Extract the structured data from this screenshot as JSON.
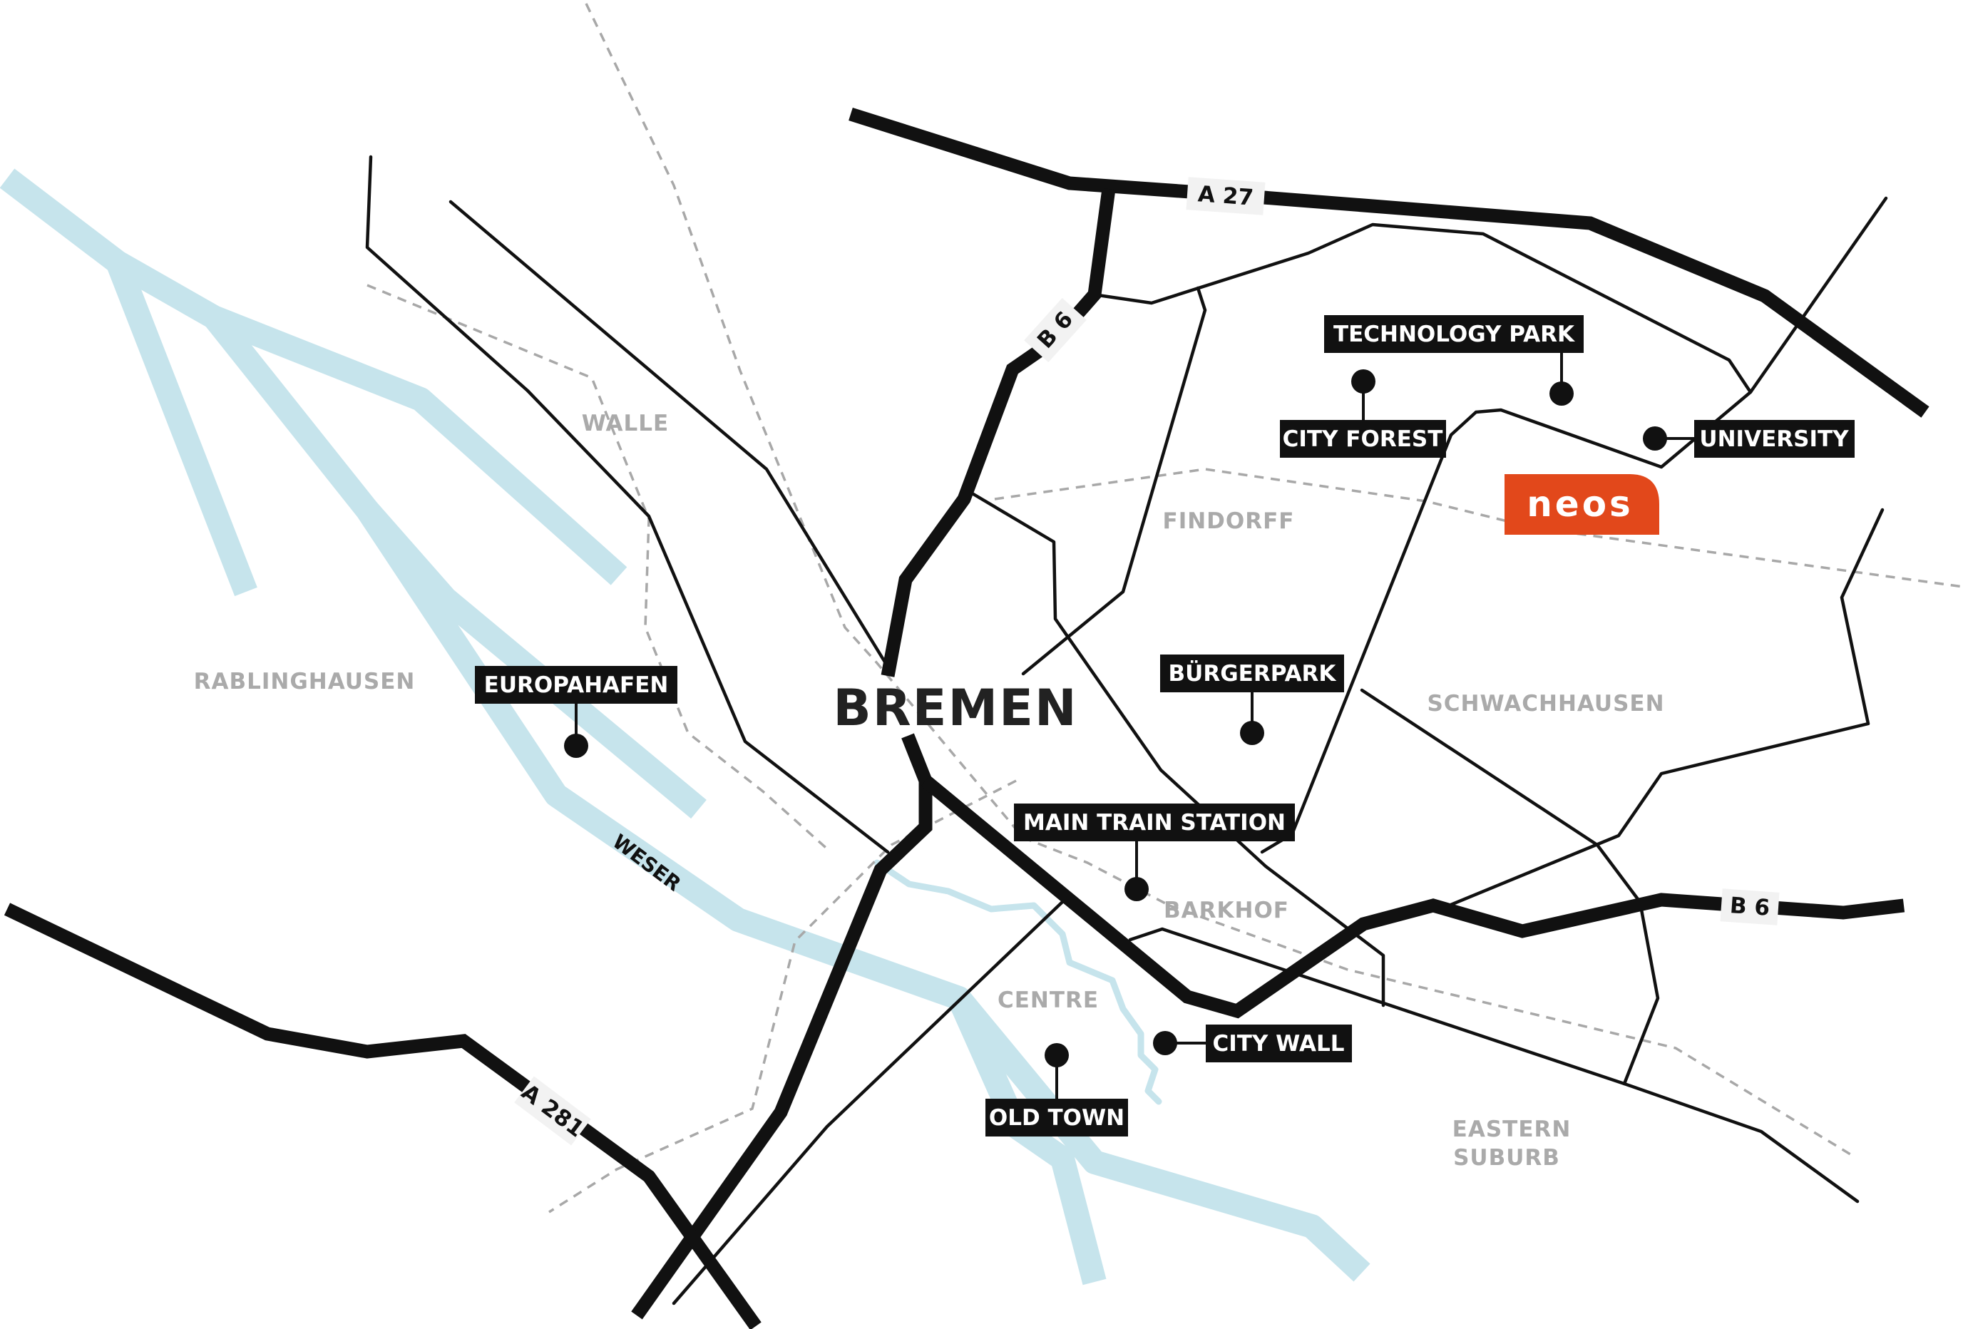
{
  "city": {
    "name": "BREMEN"
  },
  "logo": {
    "text": "neos",
    "color": "#e2481b"
  },
  "colors": {
    "river": "#c6e4ec",
    "road": "#111111",
    "district_label": "#aaaaaa",
    "border": "#a8a8a8"
  },
  "roads": {
    "a27": "A 27",
    "b6_north": "B 6",
    "b6_east": "B 6",
    "a281": "A 281"
  },
  "river": {
    "name": "WESER"
  },
  "districts": {
    "walle": "WALLE",
    "findorff": "FINDORFF",
    "rablinghausen": "RABLINGHAUSEN",
    "schwachhausen": "SCHWACHHAUSEN",
    "barkhof": "BARKHOF",
    "centre": "CENTRE",
    "eastern_suburb_line1": "EASTERN",
    "eastern_suburb_line2": "SUBURB"
  },
  "places": {
    "technology_park": "TECHNOLOGY PARK",
    "city_forest": "CITY FOREST",
    "university": "UNIVERSITY",
    "buergerpark": "BÜRGERPARK",
    "europahafen": "EUROPAHAFEN",
    "main_train_station": "MAIN TRAIN STATION",
    "city_wall": "CITY WALL",
    "old_town": "OLD TOWN"
  }
}
